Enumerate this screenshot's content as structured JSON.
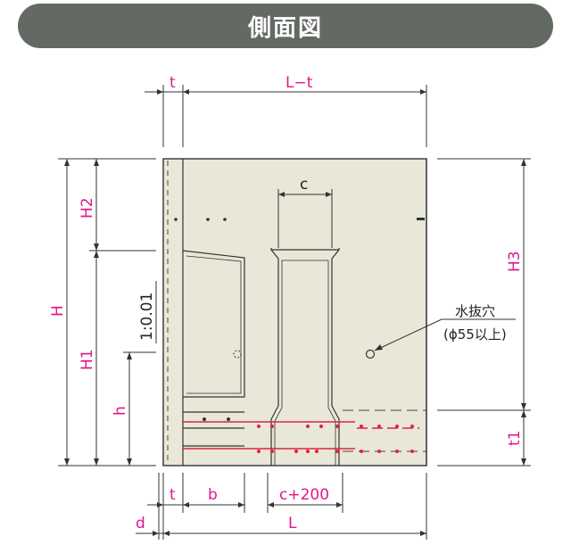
{
  "header": {
    "title": "側面図"
  },
  "dimensions": {
    "t": "t",
    "l_minus_t": "L−t",
    "c": "c",
    "h2": "H2",
    "h3": "H3",
    "h": "H",
    "h1": "H1",
    "h_small": "h",
    "slope": "1:0.01",
    "t1": "t1",
    "t_bottom": "t",
    "b": "b",
    "c200": "c+200",
    "d": "d",
    "l": "L"
  },
  "drain": {
    "label": "水抜穴",
    "spec": "(ϕ55以上)"
  },
  "colors": {
    "header_bg": "#636a63",
    "concrete": "#e8e7d8",
    "dim_text": "#e0178a",
    "rebar": "#e0223a",
    "line": "#222222"
  }
}
